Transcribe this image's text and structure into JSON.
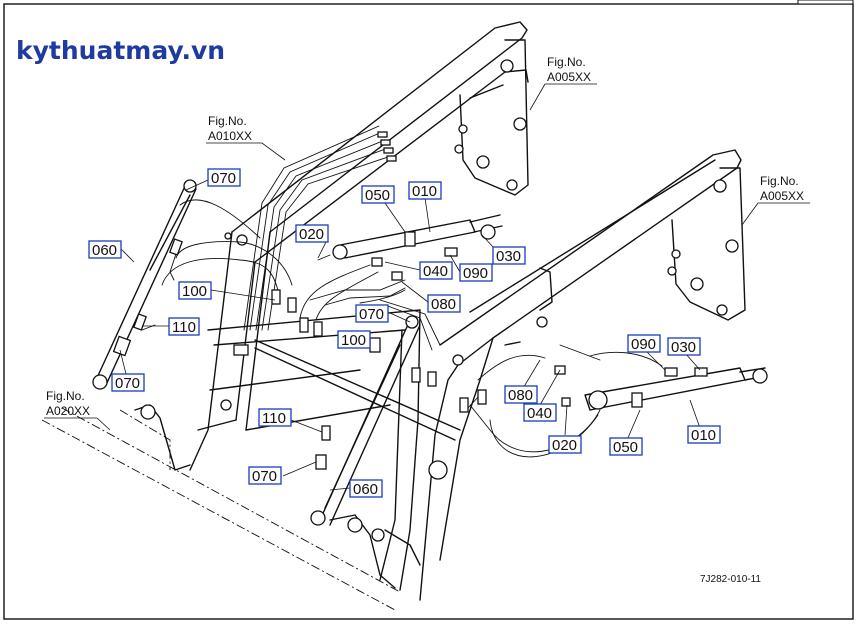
{
  "watermark": "kythuatmay.vn",
  "drawing_number": "7J282-010-11",
  "figure_refs": [
    {
      "id": "fig-a005xx-top",
      "line1": "Fig.No.",
      "line2": "A005XX"
    },
    {
      "id": "fig-a010xx",
      "line1": "Fig.No.",
      "line2": "A010XX"
    },
    {
      "id": "fig-a005xx-right",
      "line1": "Fig.No.",
      "line2": "A005XX"
    },
    {
      "id": "fig-a020xx",
      "line1": "Fig.No.",
      "line2": "A020XX"
    }
  ],
  "callouts": [
    {
      "id": "c070-top",
      "label": "070"
    },
    {
      "id": "c060-left",
      "label": "060"
    },
    {
      "id": "c100-left",
      "label": "100"
    },
    {
      "id": "c110-left",
      "label": "110"
    },
    {
      "id": "c070-left",
      "label": "070"
    },
    {
      "id": "c050-top",
      "label": "050"
    },
    {
      "id": "c010-top",
      "label": "010"
    },
    {
      "id": "c020-top",
      "label": "020"
    },
    {
      "id": "c030-top",
      "label": "030"
    },
    {
      "id": "c040-top",
      "label": "040"
    },
    {
      "id": "c090-top",
      "label": "090"
    },
    {
      "id": "c080-top",
      "label": "080"
    },
    {
      "id": "c070-mid",
      "label": "070"
    },
    {
      "id": "c100-mid",
      "label": "100"
    },
    {
      "id": "c110-bottom",
      "label": "110"
    },
    {
      "id": "c070-bottom",
      "label": "070"
    },
    {
      "id": "c060-bottom",
      "label": "060"
    },
    {
      "id": "c090-right",
      "label": "090"
    },
    {
      "id": "c030-right",
      "label": "030"
    },
    {
      "id": "c080-right",
      "label": "080"
    },
    {
      "id": "c040-right",
      "label": "040"
    },
    {
      "id": "c020-right",
      "label": "020"
    },
    {
      "id": "c050-right",
      "label": "050"
    },
    {
      "id": "c010-right",
      "label": "010"
    }
  ]
}
